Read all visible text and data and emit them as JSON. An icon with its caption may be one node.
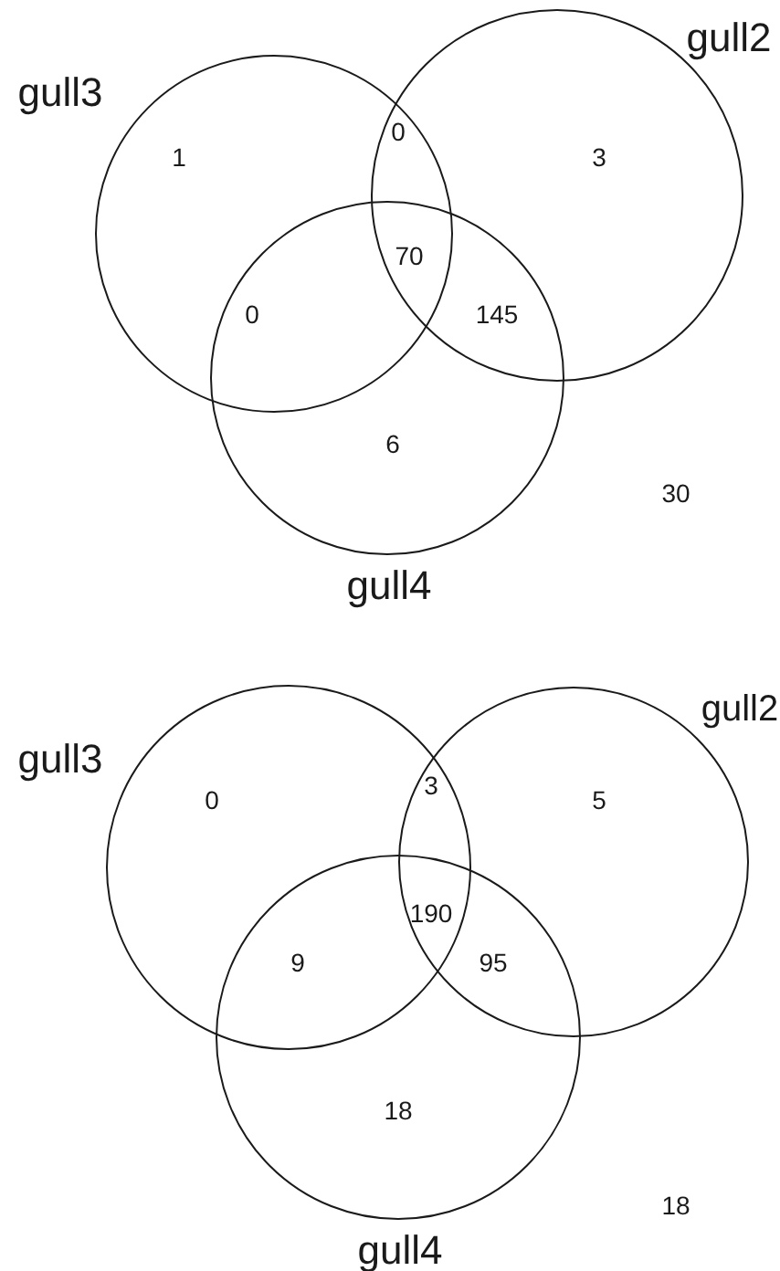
{
  "diagram": {
    "nodes": [
      {
        "text": [
          "gull3"
        ]
      },
      {
        "text": [
          "gull2"
        ]
      },
      {
        "text": [
          "gull4"
        ]
      },
      {
        "text": [
          "gull3"
        ]
      },
      {
        "text": [
          "gull2"
        ]
      },
      {
        "text": [
          "gull4"
        ]
      }
    ],
    "edges": [],
    "labels": [
      "1",
      "0",
      "3",
      "70",
      "0",
      "145",
      "6",
      "30",
      "0",
      "3",
      "5",
      "190",
      "9",
      "95",
      "18",
      "18"
    ]
  }
}
